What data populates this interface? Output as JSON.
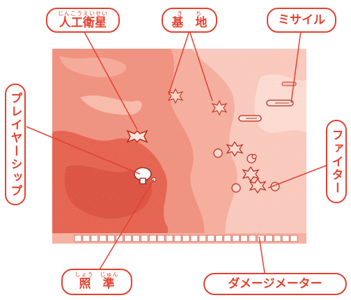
{
  "labels": {
    "satellite": {
      "text": "人工衛星",
      "ruby": "じんこうえいせい"
    },
    "base": {
      "text": "基　地",
      "ruby": "き　　ち"
    },
    "missile": {
      "text": "ミサイル"
    },
    "player_ship": {
      "text": "プレイヤーシップ"
    },
    "fighter": {
      "text": "ファイター"
    },
    "sight": {
      "text": "照　準",
      "ruby": "しょう　じゅん"
    },
    "damage_meter": {
      "text": "ダメージメーター"
    }
  },
  "damage_meter": {
    "segments": 27
  },
  "colors": {
    "accent": "#e4402f",
    "screen_light": "#f7b5a6",
    "screen_mid": "#f08975",
    "screen_dark": "#e0503c"
  }
}
